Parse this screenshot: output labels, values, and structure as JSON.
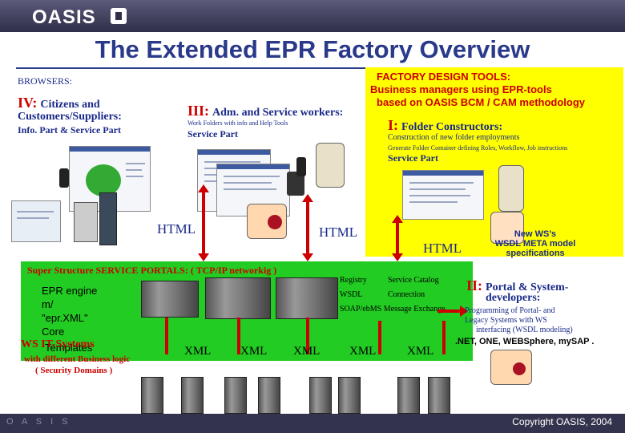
{
  "header": {
    "logo": "OASIS",
    "title": "The Extended EPR Factory Overview"
  },
  "browsers": {
    "heading": "BROWSERS:",
    "iv_num": "IV:",
    "iv_text": "Citizens and",
    "iv_text2": "Customers/Suppliers:",
    "iv_sub": "Info. Part & Service Part",
    "iii_num": "III:",
    "iii_text": "Adm. and Service workers:",
    "iii_sub": "Work Folders with info and Help Tools",
    "iii_part": "Service Part"
  },
  "factory": {
    "heading": "FACTORY DESIGN TOOLS:",
    "line2": "Business managers using EPR-tools",
    "line3": "based on OASIS BCM / CAM methodology",
    "i_num": "I:",
    "i_text": "Folder Constructors:",
    "i_sub1": "Construction of new folder employments",
    "i_sub2": "Generate Folder Container defining Roles, Workflow, Job instructions",
    "i_part": "Service Part"
  },
  "labels": {
    "html1": "HTML",
    "html2": "HTML",
    "html3": "HTML",
    "new_ws": "New WS's",
    "wsdl_meta": "WSDL META model",
    "specs": "specifications"
  },
  "portal": {
    "heading": "Super Structure SERVICE PORTALS: ( TCP/IP networkig )",
    "engine1": "EPR engine",
    "engine2": "m/",
    "engine3": "\"epr.XML\"",
    "engine4": "Core",
    "templates": "Templates",
    "ws_systems": "WS IT-Systems",
    "logic1": "with different Business logic",
    "logic2": "( Security Domains )",
    "registry": "Registry",
    "service_catalog": "Service Catalog",
    "wsdl": "WSDL",
    "connection": "Connection",
    "soap": "SOAP/ebMS Message Exchange"
  },
  "developers": {
    "ii_num": "II:",
    "ii_text": "Portal & System-",
    "ii_text2": "developers:",
    "sub1": "Programming of Portal- and",
    "sub2": "Legacy Systems with WS",
    "sub3": "interfacing (WSDL modeling)",
    "platforms": ".NET, ONE, WEBSphere, mySAP ."
  },
  "xml_labels": [
    "XML",
    "XML",
    "XML",
    "XML",
    "XML"
  ],
  "footer": {
    "copyright": "Copyright OASIS, 2004",
    "dots": "O A S I S"
  },
  "colors": {
    "title_blue": "#2a3a8a",
    "accent_red": "#cc0000",
    "band_green": "#22cc22",
    "panel_yellow": "#ffff00"
  }
}
